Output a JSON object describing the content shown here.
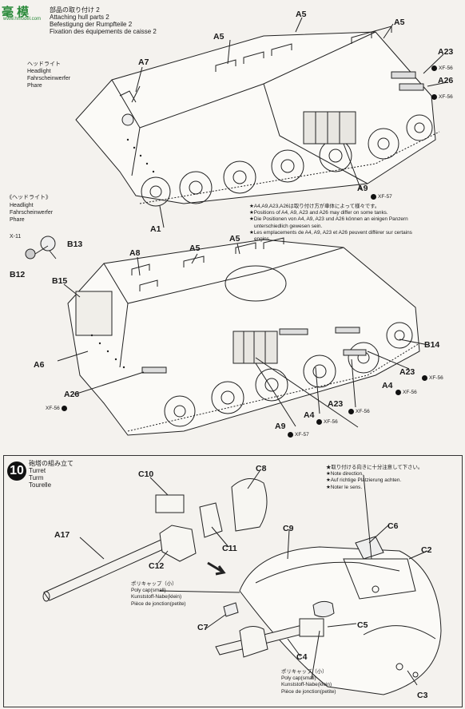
{
  "watermark": {
    "logo": "毫 模",
    "url": "www.hmodel.com"
  },
  "step9": {
    "title": [
      "部品の取り付け 2",
      "Attaching hull parts 2",
      "Befestigung der Rumpfteile 2",
      "Fixation des équipements de caisse 2"
    ],
    "headlight_top": [
      "ヘッドライト",
      "Headlight",
      "Fahrscheinwerfer",
      "Phare"
    ],
    "headlight_detail": [
      "《ヘッドライト》",
      "Headlight",
      "Fahrscheinwerfer",
      "Phare"
    ],
    "notes": [
      "★A4,A9,A23,A26は取り付け方が車体によって様々です。",
      "★Positions of A4, A9, A23 and A26 may differ on some tanks.",
      "★Die Positionen von A4, A9, A23 und A26 können an einigen Panzern",
      "unterschiedlich gewesen sein.",
      "★Les emplacements de A4, A9, A23 et A26 peuvent différer sur certains",
      "engins."
    ],
    "parts": {
      "a5_top_left": "A5",
      "a5_top_mid": "A5",
      "a5_top_right": "A5",
      "a7": "A7",
      "a23_top": "A23",
      "a26_top": "A26",
      "a9_top": "A9",
      "a1": "A1",
      "x11": "X-11",
      "b13": "B13",
      "b12": "B12",
      "a8": "A8",
      "a5_low_left": "A5",
      "a5_low_right": "A5",
      "b15": "B15",
      "a6": "A6",
      "b14": "B14",
      "a23_low_right": "A23",
      "a4_right": "A4",
      "a26_low": "A26",
      "a23_low_mid": "A23",
      "a4_low": "A4",
      "a9_low": "A9"
    },
    "paints": {
      "xf56": "XF-56",
      "xf57": "XF-57"
    }
  },
  "step10": {
    "number": "10",
    "title": [
      "砲塔の組み立て",
      "Turret",
      "Turm",
      "Tourelle"
    ],
    "direction_note": [
      "★取り付ける向きに十分注意して下さい。",
      "★Note direction.",
      "★Auf richtige Platzierung achten.",
      "★Noter le sens."
    ],
    "poly_cap_small_a": [
      "ポリキャップ（小）",
      "Poly cap(small)",
      "Kunststoff-Nabe(klein)",
      "Pièce de jonction(petite)"
    ],
    "poly_cap_small_b": [
      "ポリキャップ（小）",
      "Poly cap(small)",
      "Kunststoff-Nabe(klein)",
      "Pièce de jonction(petite)"
    ],
    "parts": {
      "c10": "C10",
      "c8": "C8",
      "c11": "C11",
      "a17": "A17",
      "c12": "C12",
      "c9": "C9",
      "c6": "C6",
      "c2": "C2",
      "c7": "C7",
      "c5": "C5",
      "c4": "C4",
      "c3": "C3"
    }
  }
}
